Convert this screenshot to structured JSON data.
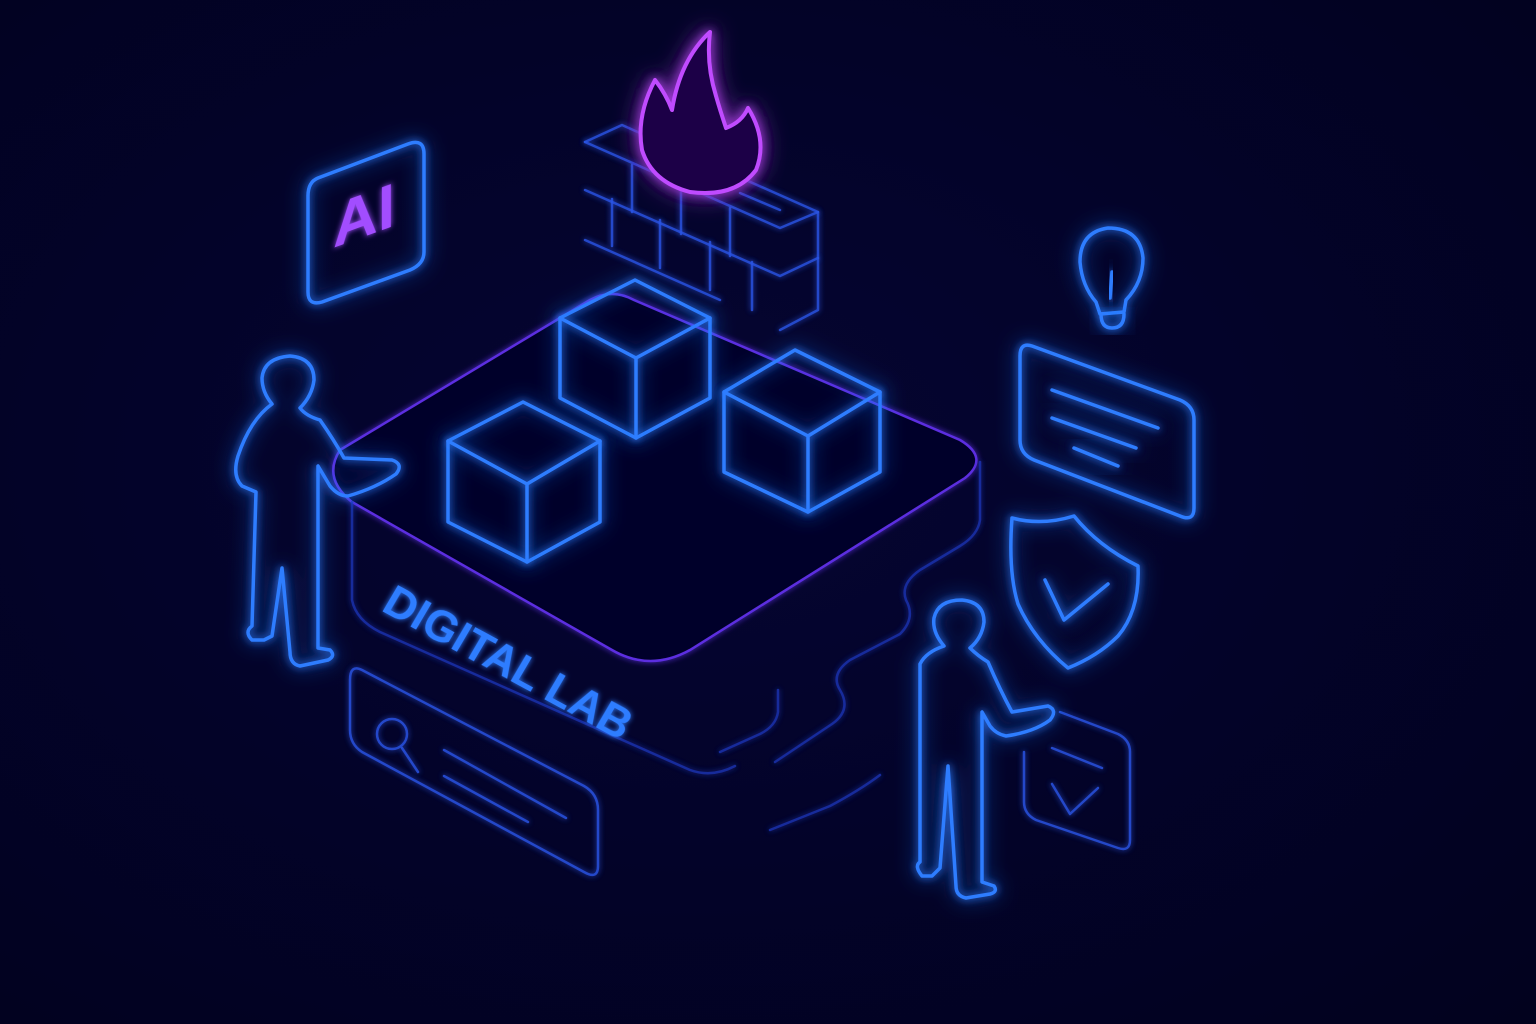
{
  "scene": {
    "title": "Digital Lab isometric neon illustration",
    "background_color": "#02021f",
    "accent_blue": "#2f7dff",
    "accent_purple": "#c04bff"
  },
  "platform": {
    "label": "DIGITAL LAB",
    "cube_count": 3
  },
  "ai_badge": {
    "text": "AI"
  },
  "icons": [
    "ai-badge-icon",
    "firewall-icon",
    "flame-icon",
    "lightbulb-icon",
    "message-card-icon",
    "shield-check-icon",
    "checkbox-card-icon",
    "search-bar-icon",
    "person-left-icon",
    "person-right-icon",
    "cube-icon"
  ]
}
